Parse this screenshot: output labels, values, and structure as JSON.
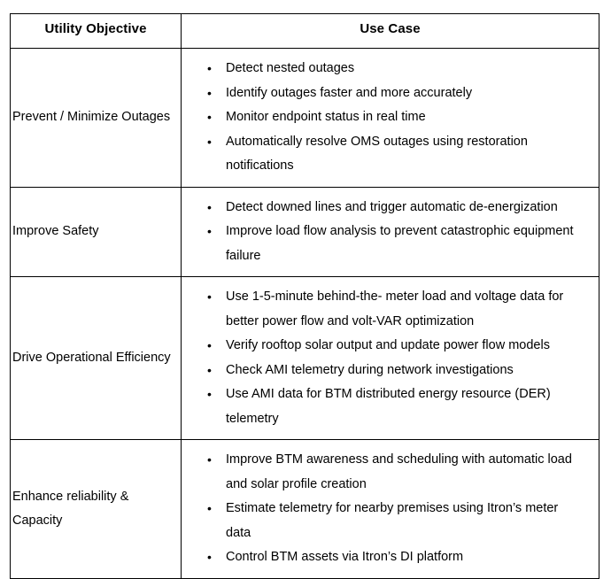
{
  "table": {
    "columns": [
      {
        "header": "Utility Objective"
      },
      {
        "header": "Use Case"
      }
    ],
    "bullet_glyph": "•",
    "rows": [
      {
        "objective": "Prevent / Minimize Outages",
        "use_cases": [
          "Detect nested outages",
          "Identify outages faster and more accurately",
          "Monitor endpoint status in real time",
          "Automatically resolve OMS outages using restoration notifications"
        ]
      },
      {
        "objective": "Improve Safety",
        "use_cases": [
          "Detect downed lines and trigger automatic de-energization",
          "Improve load flow analysis to prevent catastrophic equipment failure"
        ]
      },
      {
        "objective": "Drive Operational Efficiency",
        "use_cases": [
          "Use 1-5-minute behind-the- meter load and voltage data for better power flow and volt-VAR optimization",
          "Verify rooftop solar output and update power flow models",
          "Check AMI telemetry during network investigations",
          "Use AMI data for BTM distributed energy resource (DER) telemetry"
        ]
      },
      {
        "objective": "Enhance reliability & Capacity",
        "use_cases": [
          "Improve BTM awareness and scheduling with automatic load and solar profile creation",
          "Estimate telemetry for nearby premises using Itron’s meter data",
          "Control BTM assets via Itron’s DI platform"
        ]
      }
    ]
  },
  "colors": {
    "border": "#000000",
    "text": "#000000",
    "background": "#ffffff"
  }
}
